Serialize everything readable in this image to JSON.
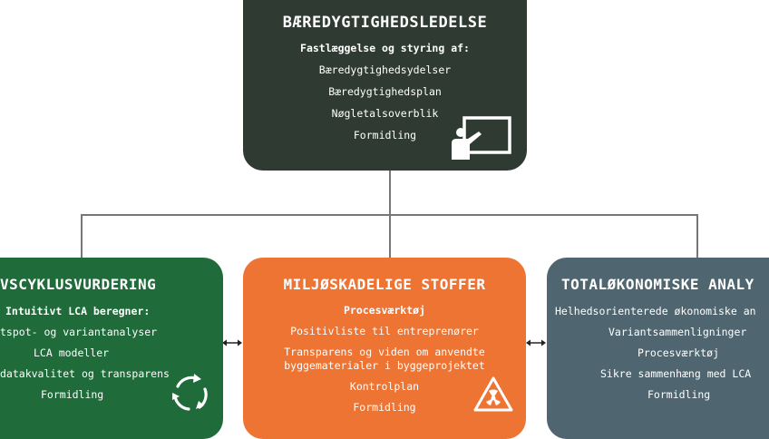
{
  "top": {
    "title": "BÆREDYGTIGHEDSLEDELSE",
    "subtitle": "Fastlæggelse og styring af:",
    "items": [
      "Bæredygtighedsydelser",
      "Bæredygtighedsplan",
      "Nøgletalsoverblik",
      "Formidling"
    ],
    "color": "#2f3a33"
  },
  "left": {
    "title": "VSCYKLUSVURDERING",
    "subtitle": "Intuitivt LCA beregner:",
    "items": [
      "tspot- og variantanalyser",
      "LCA modeller",
      "datakvalitet og transparens",
      "Formidling"
    ],
    "color": "#1f6b3a"
  },
  "center": {
    "title": "MILJØSKADELIGE STOFFER",
    "subtitle": "Procesværktøj",
    "items": [
      "Positivliste til entreprenører",
      "Transparens og viden om anvendte",
      "byggematerialer i byggeprojektet",
      "Kontrolplan",
      "Formidling"
    ],
    "color": "#ee7434"
  },
  "right": {
    "title": "TOTALØKONOMISKE ANALY",
    "items": [
      "Helhedsorienterede økonomiske an",
      "Variantsammenligninger",
      "Procesværktøj",
      "Sikre sammenhæng med LCA",
      "Formidling"
    ],
    "color": "#4f6670"
  },
  "icons": {
    "top": "presentation-board-icon",
    "left": "recycle-arrows-icon",
    "center": "hazard-warning-icon"
  }
}
